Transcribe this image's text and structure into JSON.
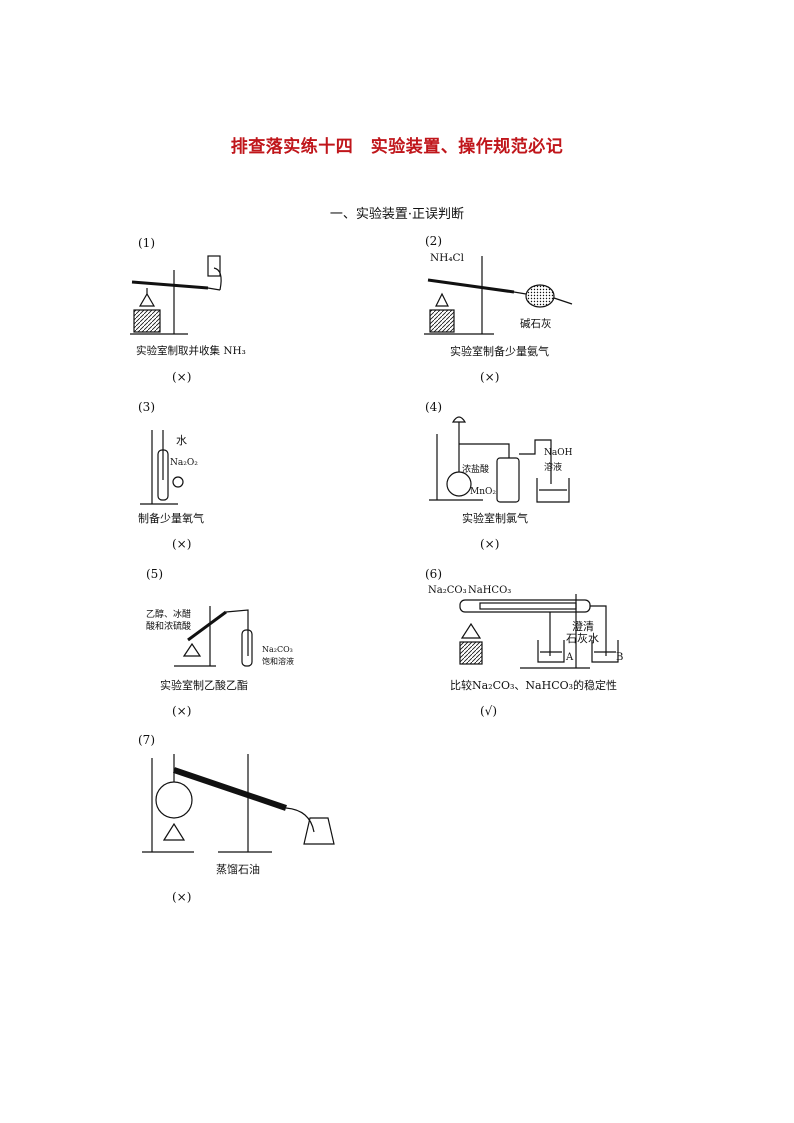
{
  "title": "排查落实练十四　实验装置、操作规范必记",
  "section": "一、实验装置·正误判断",
  "items": [
    {
      "num": "(1)",
      "caption": "实验室制取并收集 NH₃",
      "judge": "(×)",
      "labels": []
    },
    {
      "num": "(2)",
      "caption": "实验室制备少量氨气",
      "judge": "(×)",
      "labels": [
        "NH₄Cl",
        "碱石灰"
      ]
    },
    {
      "num": "(3)",
      "caption": "制备少量氧气",
      "judge": "(×)",
      "labels": [
        "水",
        "Na₂O₂"
      ]
    },
    {
      "num": "(4)",
      "caption": "实验室制氯气",
      "judge": "(×)",
      "labels": [
        "浓盐酸",
        "MnO₂",
        "NaOH",
        "溶液"
      ]
    },
    {
      "num": "(5)",
      "caption": "实验室制乙酸乙酯",
      "judge": "(×)",
      "labels": [
        "乙醇、冰醋",
        "酸和浓硫酸",
        "Na₂CO₃",
        "饱和溶液"
      ]
    },
    {
      "num": "(6)",
      "caption": "比较Na₂CO₃、NaHCO₃的稳定性",
      "judge": "(√)",
      "labels": [
        "Na₂CO₃",
        "NaHCO₃",
        "澄清",
        "石灰水",
        "A",
        "B"
      ]
    },
    {
      "num": "(7)",
      "caption": "蒸馏石油",
      "judge": "(×)",
      "labels": []
    }
  ]
}
